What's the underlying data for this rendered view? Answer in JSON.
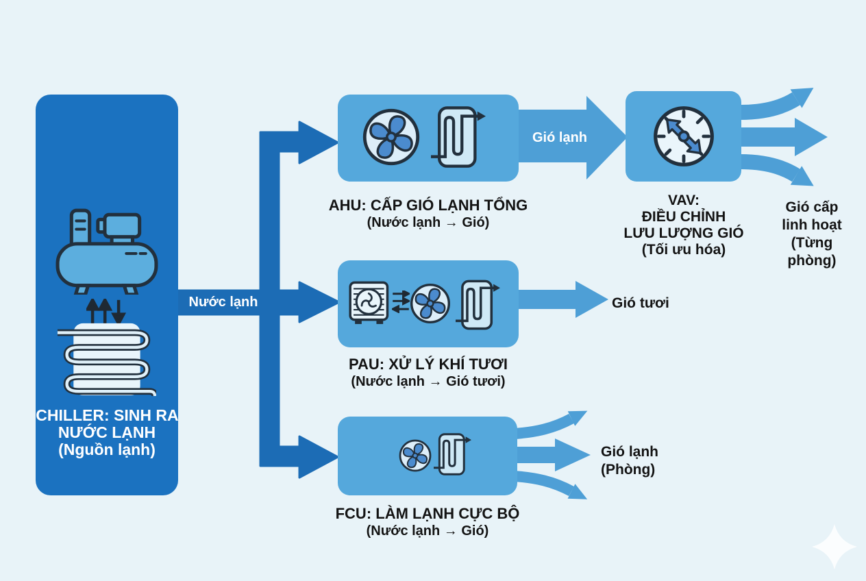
{
  "diagram": {
    "background_color": "#e8f3f8",
    "colors": {
      "chiller_box": "#1b72c0",
      "pipe_dark": "#1c6cb5",
      "component_box": "#55a8dc",
      "flow_arrow": "#4e9fd6",
      "icon_fill": "#ddeef9",
      "icon_stroke": "#22303d",
      "blade_blue": "#4b8bce",
      "label_dark": "#131313",
      "label_light": "#ffffff"
    },
    "nodes": {
      "chiller": {
        "icons": [
          "compressor-tank-icon",
          "heat-transfer-arrows-icon",
          "evaporator-coil-icon"
        ],
        "title_lines": [
          "CHILLER:",
          "SINH RA",
          "NƯỚC LẠNH",
          "(Nguồn lạnh)"
        ]
      },
      "ahu": {
        "icons": [
          "fan-icon",
          "cooling-coil-icon"
        ],
        "title": "AHU: CẤP GIÓ LẠNH TỔNG",
        "subtitle": "(Nước lạnh → Gió)"
      },
      "vav": {
        "icons": [
          "flow-gauge-icon"
        ],
        "title_lines": [
          "VAV:",
          "ĐIỀU CHỈNH",
          "LƯU LƯỢNG GIÓ",
          "(Tối ưu hóa)"
        ]
      },
      "pau": {
        "icons": [
          "outdoor-unit-icon",
          "air-exchange-arrows-icon",
          "fan-icon",
          "cooling-coil-icon"
        ],
        "title": "PAU: XỬ LÝ KHÍ TƯƠI",
        "subtitle": "(Nước lạnh → Gió tươi)"
      },
      "fcu": {
        "icons": [
          "fan-icon",
          "cooling-coil-icon"
        ],
        "title": "FCU: LÀM LẠNH CỰC BỘ",
        "subtitle": "(Nước lạnh → Gió)"
      }
    },
    "edges": {
      "chiller_to_units": {
        "label": "Nước lạnh"
      },
      "ahu_to_vav": {
        "label": "Gió lạnh"
      },
      "pau_output": {
        "label": "Gió tươi"
      },
      "vav_output": {
        "label_lines": [
          "Gió cấp",
          "linh hoạt",
          "(Từng phòng)"
        ]
      },
      "fcu_output": {
        "label_lines": [
          "Gió lạnh",
          "(Phòng)"
        ]
      }
    }
  }
}
